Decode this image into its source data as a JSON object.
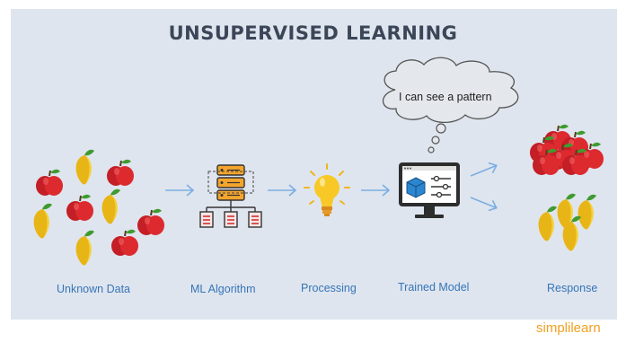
{
  "title": "UNSUPERVISED LEARNING",
  "thought_bubble": "I can see a pattern",
  "stages": [
    {
      "label": "Unknown Data"
    },
    {
      "label": "ML Algorithm"
    },
    {
      "label": "Processing"
    },
    {
      "label": "Trained Model"
    },
    {
      "label": "Response"
    }
  ],
  "brand": "simplilearn",
  "icons": {
    "data": "apple-and-mango-icon",
    "algorithm": "server-tree-icon",
    "processing": "lightbulb-icon",
    "model": "monitor-model-icon",
    "response": "clustered-fruit-icon"
  },
  "colors": {
    "background": "#dfe5ee",
    "title": "#3b4758",
    "label": "#3575b8",
    "arrow": "#7aaee3",
    "apple": "#d6232b",
    "mango": "#f2c21c",
    "brand": "#f2a020"
  }
}
